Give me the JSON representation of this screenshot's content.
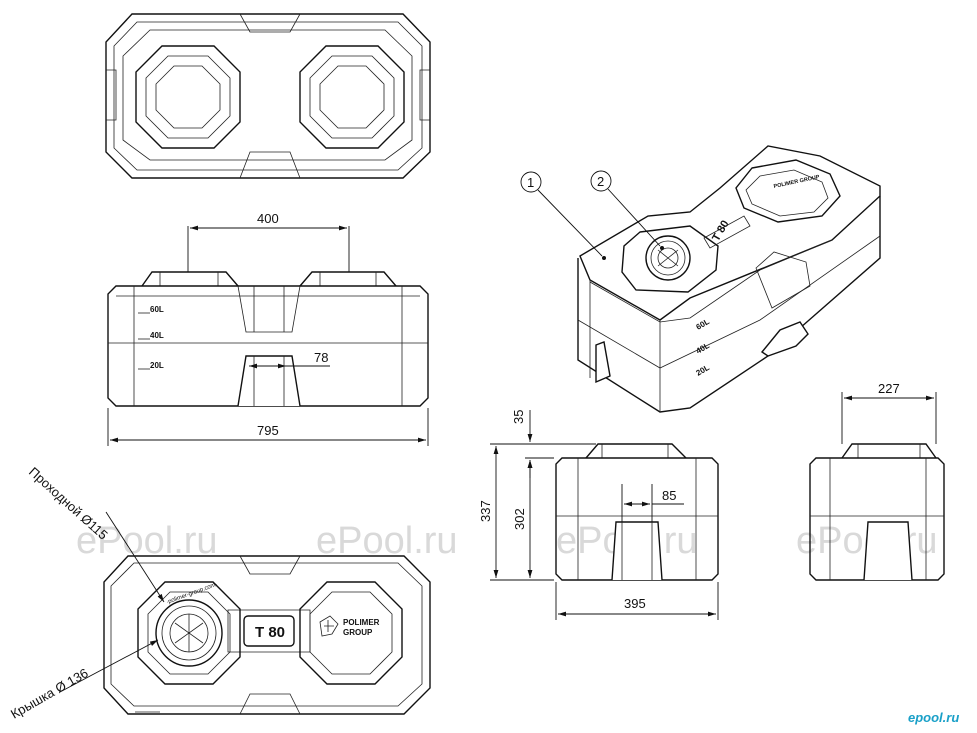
{
  "watermark": {
    "text": "ePool.ru",
    "corner_logo": "epool.ru",
    "colors": {
      "watermark": "#d9d9d9",
      "corner_logo": "#1aa0c8"
    }
  },
  "dimensions": {
    "front_top_spacing": "400",
    "front_notch_width": "78",
    "front_total_width": "795",
    "side_top_offset": "35",
    "side_total_height": "337",
    "side_body_height": "302",
    "side_notch_width": "85",
    "side_total_width": "395",
    "end_top_width": "227"
  },
  "level_marks": {
    "front": [
      "60L",
      "40L",
      "20L"
    ],
    "iso": [
      "60L",
      "40L",
      "20L"
    ]
  },
  "callouts": {
    "part_1": "1",
    "part_2": "2",
    "manhole_label": "Проходной  Ø115",
    "lid_label": "Крышка  Ø 136"
  },
  "tank": {
    "model_label": "T 80",
    "brand_line1": "POLIMER",
    "brand_line2": "GROUP",
    "iso_brand": "POLIMER GROUP",
    "iso_model": "T 80"
  }
}
